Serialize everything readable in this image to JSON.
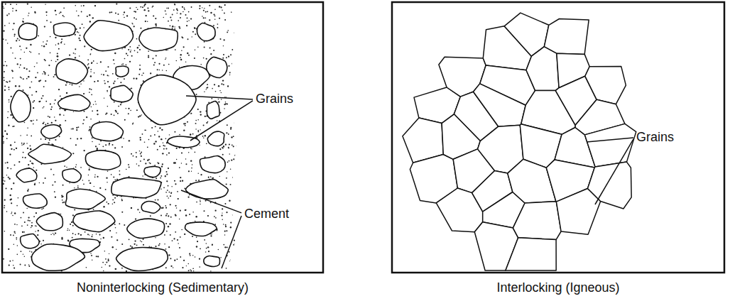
{
  "diagram": {
    "labels": [
      "Grains",
      "Cement",
      "Noninterlocking (Sedimentary)",
      "Grains",
      "Interlocking (Igneous)"
    ]
  }
}
